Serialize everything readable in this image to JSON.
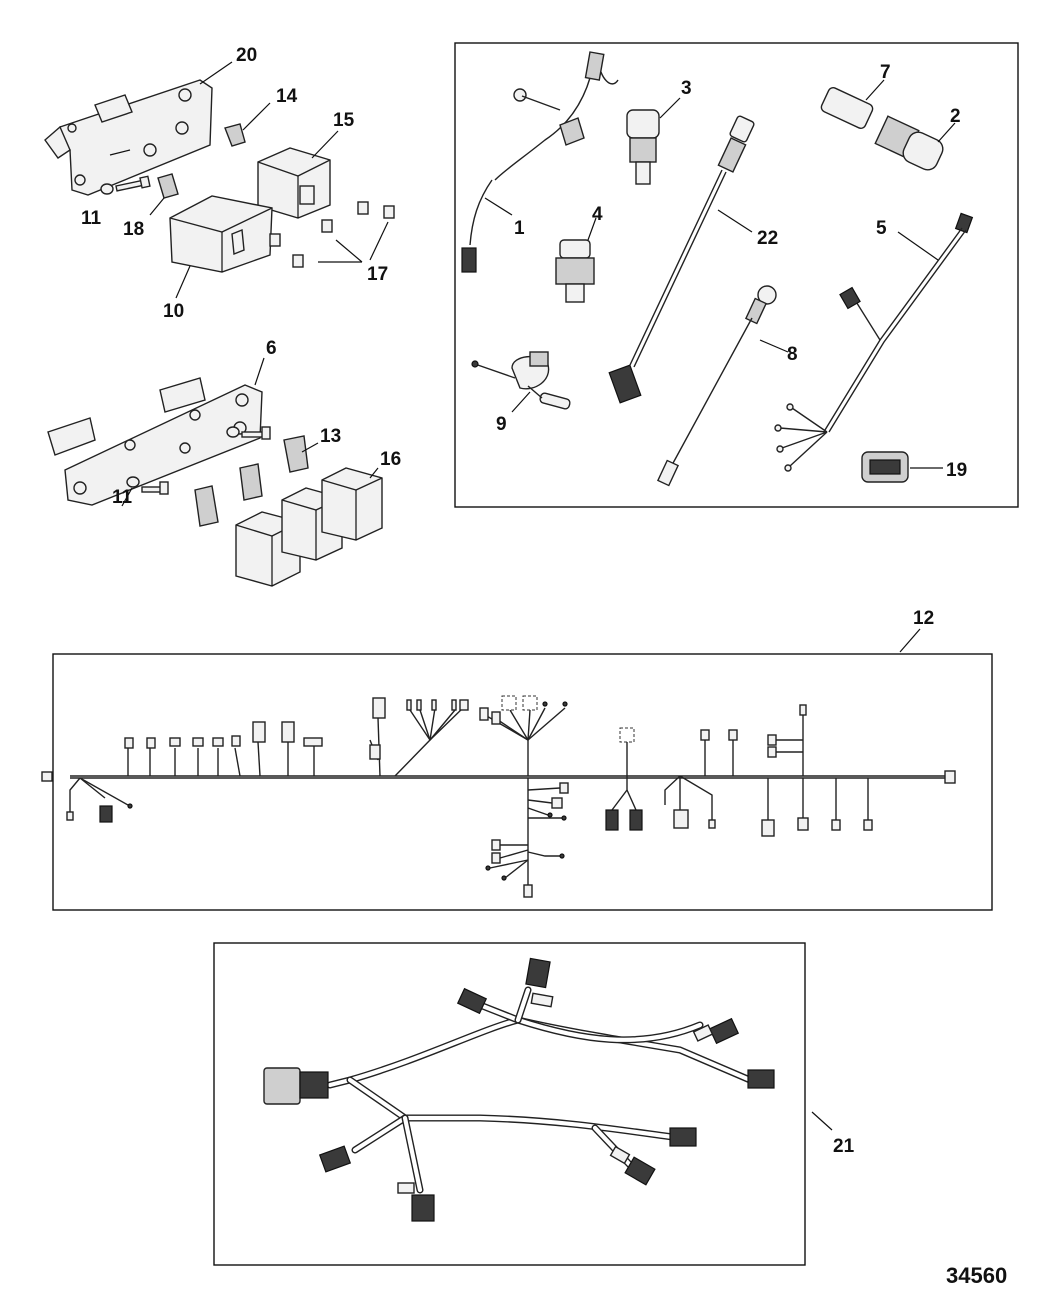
{
  "diagram_number": "34560",
  "callouts": {
    "c1": "1",
    "c2": "2",
    "c3": "3",
    "c4": "4",
    "c5": "5",
    "c6": "6",
    "c7": "7",
    "c8": "8",
    "c9": "9",
    "c10": "10",
    "c11a": "11",
    "c11b": "11",
    "c12": "12",
    "c13": "13",
    "c14": "14",
    "c15": "15",
    "c16": "16",
    "c17": "17",
    "c18": "18",
    "c19": "19",
    "c20": "20",
    "c21": "21",
    "c22": "22"
  }
}
